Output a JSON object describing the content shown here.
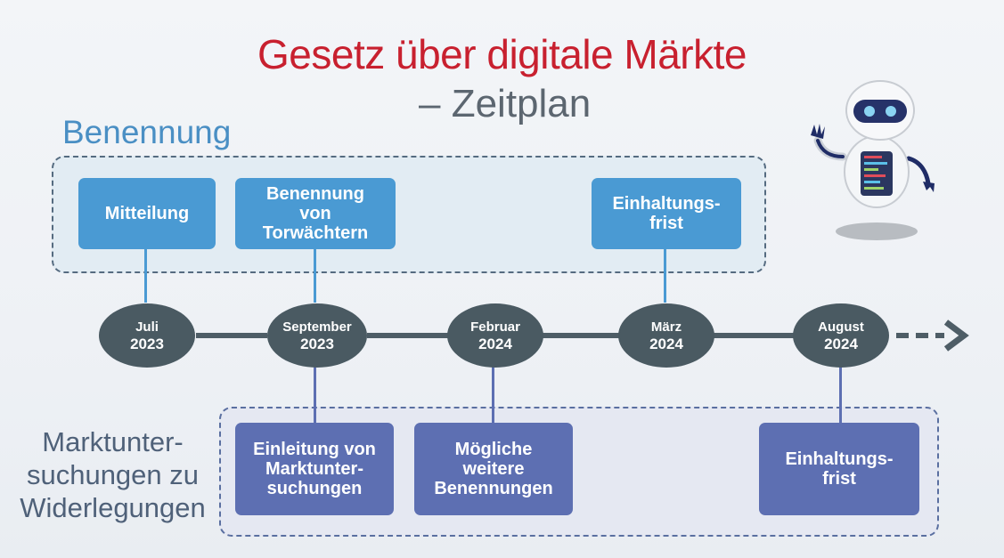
{
  "title": {
    "line1": "Gesetz über digitale Märkte",
    "line2": "– Zeitplan"
  },
  "sections": {
    "benennung": "Benennung",
    "marktuntersuchungen": [
      "Marktunter-",
      "suchungen zu",
      "Widerlegungen"
    ]
  },
  "top_boxes": {
    "mitteilung": "Mitteilung",
    "benennung_torwaechter": [
      "Benennung",
      "von",
      "Torwächtern"
    ],
    "einhaltungsfrist": [
      "Einhaltungs-",
      "frist"
    ]
  },
  "milestones": [
    {
      "month": "Juli",
      "year": "2023"
    },
    {
      "month": "September",
      "year": "2023"
    },
    {
      "month": "Februar",
      "year": "2024"
    },
    {
      "month": "März",
      "year": "2024"
    },
    {
      "month": "August",
      "year": "2024"
    }
  ],
  "bottom_boxes": {
    "einleitung": [
      "Einleitung von",
      "Marktunter-",
      "suchungen"
    ],
    "weitere_benennungen": [
      "Mögliche",
      "weitere",
      "Benennungen"
    ],
    "einhaltungsfrist": [
      "Einhaltungs-",
      "frist"
    ]
  },
  "colors": {
    "title": "#c8202f",
    "top_box": "#4a9ad3",
    "bottom_box": "#5d6fb2",
    "node": "#4a5a62"
  },
  "icons": [
    "robot-mascot-icon",
    "arrow-right-icon"
  ]
}
